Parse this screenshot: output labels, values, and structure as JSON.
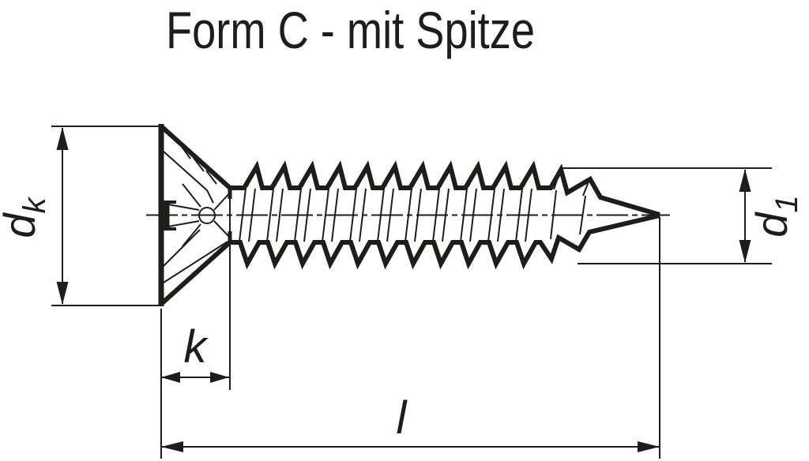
{
  "title": "Form C - mit Spitze",
  "colors": {
    "ink": "#1d1d1b",
    "background": "#ffffff"
  },
  "dimensions": {
    "head_diameter": {
      "symbol": "d",
      "subscript": "k"
    },
    "head_height": {
      "symbol": "k"
    },
    "length": {
      "symbol": "l"
    },
    "thread_diameter": {
      "symbol": "d",
      "subscript": "1"
    }
  }
}
